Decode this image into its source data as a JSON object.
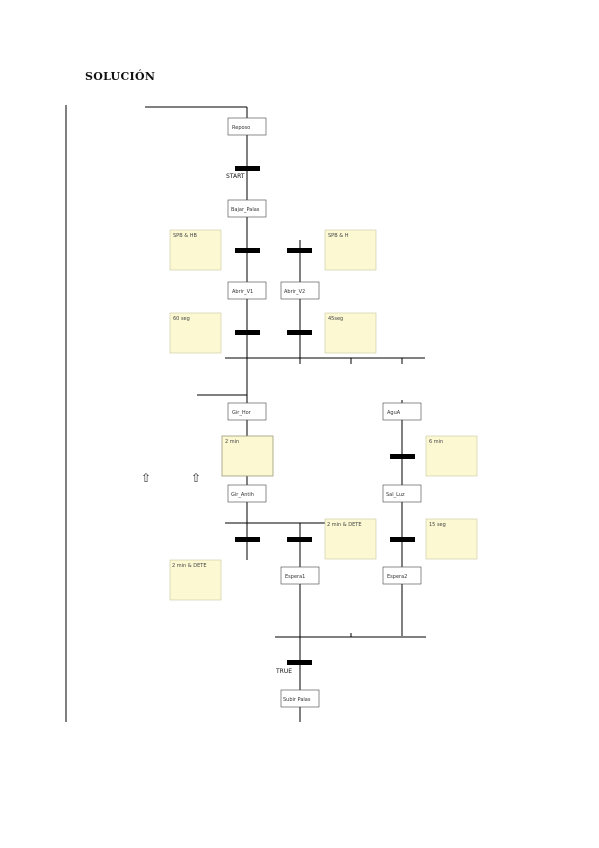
{
  "heading": "SOLUCIÓN",
  "steps": [
    {
      "id": "reposo",
      "label": "Reposo"
    },
    {
      "id": "bajar-palas",
      "label": "Bajar_Palas"
    },
    {
      "id": "abrir-v1",
      "label": "Abrir_V1"
    },
    {
      "id": "abrir-v2",
      "label": "Abrir_V2"
    },
    {
      "id": "gir-hor",
      "label": "Gir_Hor"
    },
    {
      "id": "agua",
      "label": "AguA"
    },
    {
      "id": "gir-antih",
      "label": "Gir_Antih"
    },
    {
      "id": "sal-luz",
      "label": "Sal_Luz"
    },
    {
      "id": "espera1",
      "label": "Espera1"
    },
    {
      "id": "espera2",
      "label": "Espera2"
    },
    {
      "id": "subir-palas",
      "label": "Subir Palas"
    }
  ],
  "transitions": [
    {
      "id": "start",
      "label": "START"
    },
    {
      "id": "true",
      "label": "TRUE"
    }
  ],
  "conditions": [
    {
      "id": "cond-1",
      "label": "SPB & HB"
    },
    {
      "id": "cond-2",
      "label": "SPB & H"
    },
    {
      "id": "cond-3",
      "label": "60 seg"
    },
    {
      "id": "cond-4",
      "label": "45seg"
    },
    {
      "id": "cond-5",
      "label": "2 min"
    },
    {
      "id": "cond-6",
      "label": "6 min"
    },
    {
      "id": "cond-7",
      "label": "2 min & DETE"
    },
    {
      "id": "cond-8",
      "label": "15 seg"
    },
    {
      "id": "cond-9",
      "label": "2 min & DETE"
    }
  ],
  "arrows": [
    "⇧",
    "⇧"
  ],
  "colors": {
    "note_fill": "#fbf8d2",
    "note_stroke": "#c8c7a0",
    "line": "#000000"
  }
}
